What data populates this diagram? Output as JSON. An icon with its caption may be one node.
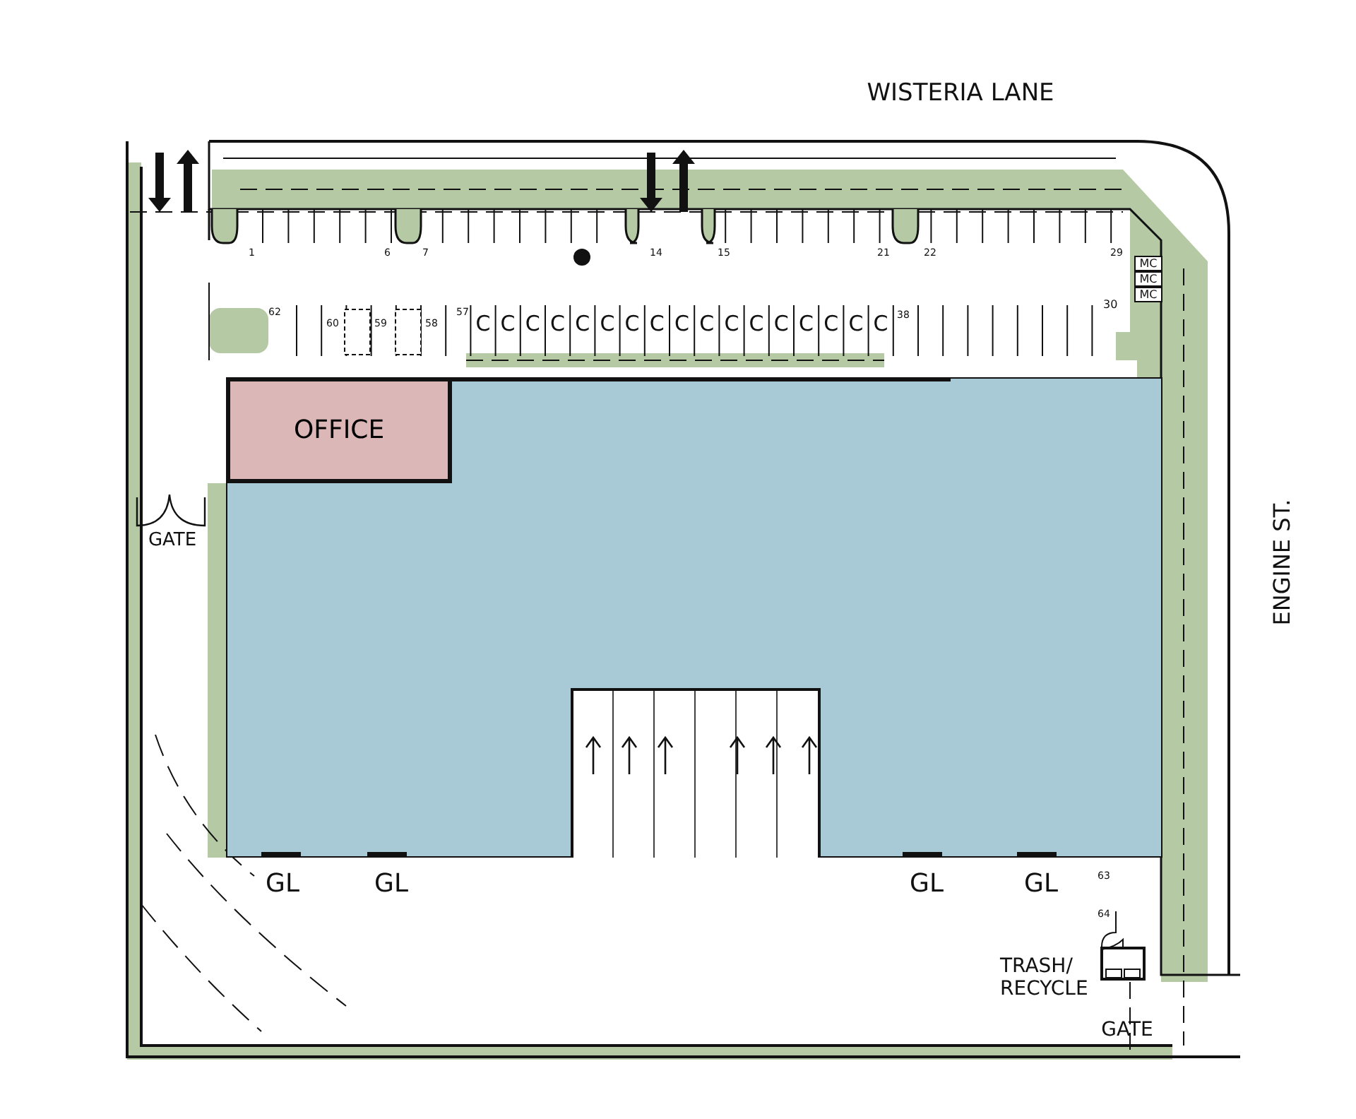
{
  "diagram": {
    "nodes": [
      {
        "text": [],
        "shape": "box"
      },
      {
        "text": [
          "OFFICE"
        ],
        "in": 0
      }
    ],
    "labels": [
      "WISTERIA LANE",
      "1",
      "6",
      "7",
      "14",
      "15",
      "21",
      "22",
      "29",
      "MC",
      "MC",
      "MC",
      "62",
      "60",
      "59",
      "58",
      "57",
      "C",
      "C",
      "C",
      "C",
      "C",
      "C",
      "C",
      "C",
      "C",
      "C",
      "C",
      "C",
      "C",
      "C",
      "C",
      "C",
      "C",
      "38",
      "30",
      "GATE",
      "ENGINE ST.",
      "GL",
      "GL",
      "GL",
      "GL",
      "63",
      "64",
      "TRASH/ RECYCLE",
      "GATE"
    ]
  }
}
